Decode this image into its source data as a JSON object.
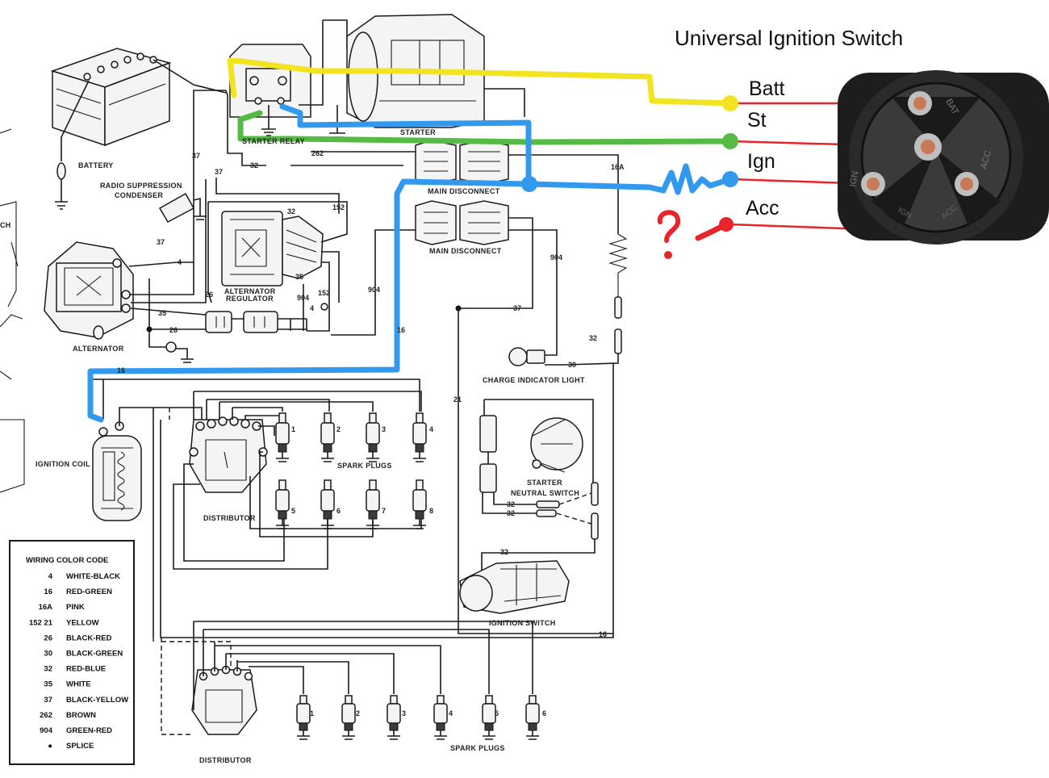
{
  "title": "Universal Ignition Switch",
  "switch_terminals": [
    {
      "key": "batt",
      "label": "Batt",
      "color": "#f2e422"
    },
    {
      "key": "st",
      "label": "St",
      "color": "#55bb44"
    },
    {
      "key": "ign",
      "label": "Ign",
      "color": "#3399ee"
    },
    {
      "key": "acc",
      "label": "Acc",
      "color": "#e8252b"
    }
  ],
  "switch_body_labels": [
    "BAT",
    "IGN",
    "ACC",
    "IGN",
    "ACC"
  ],
  "annotation": "?",
  "components": {
    "battery": "BATTERY",
    "radio": "RADIO SUPPRESSION",
    "condenser": "CONDENSER",
    "alternator": "ALTERNATOR",
    "regulator1": "ALTERNATOR",
    "regulator2": "REGULATOR",
    "starter": "STARTER",
    "starter_relay": "STARTER RELAY",
    "main_disconnect_a": "MAIN DISCONNECT",
    "main_disconnect_b": "MAIN DISCONNECT",
    "charge_light": "CHARGE INDICATOR LIGHT",
    "ignition_coil": "IGNITION COIL",
    "distributor_a": "DISTRIBUTOR",
    "distributor_b": "DISTRIBUTOR",
    "spark_plugs_a": "SPARK PLUGS",
    "spark_plugs_b": "SPARK PLUGS",
    "neutral_switch_1": "STARTER",
    "neutral_switch_2": "NEUTRAL SWITCH",
    "ignition_switch": "IGNITION SWITCH",
    "left_edge": "CH"
  },
  "wire_numbers": {
    "w37a": "37",
    "w37b": "37",
    "w37c": "37",
    "w37d": "37",
    "w32a": "32",
    "w262": "262",
    "w16a": "16A",
    "w152a": "152",
    "w152b": "152",
    "w904a": "904",
    "w904b": "904",
    "w904c": "904",
    "w35": "35",
    "w26a": "26",
    "w26b": "26",
    "w35b": "35",
    "w4a": "4",
    "w4b": "4",
    "w16b": "16",
    "w16c": "16",
    "w16d": "16",
    "w21": "21",
    "w30": "30",
    "w32b": "32",
    "w32c": "32",
    "w32d": "32",
    "w32e": "32",
    "w32f": "32"
  },
  "plug_numbers_a": [
    "1",
    "2",
    "3",
    "4",
    "5",
    "6",
    "7",
    "8"
  ],
  "plug_numbers_b": [
    "1",
    "2",
    "3",
    "4",
    "5",
    "6"
  ],
  "legend": {
    "heading": "WIRING COLOR CODE",
    "rows": [
      {
        "code": "4",
        "color": "WHITE-BLACK"
      },
      {
        "code": "16",
        "color": "RED-GREEN"
      },
      {
        "code": "16A",
        "color": "PINK"
      },
      {
        "code": "152  21",
        "color": "YELLOW"
      },
      {
        "code": "26",
        "color": "BLACK-RED"
      },
      {
        "code": "30",
        "color": "BLACK-GREEN"
      },
      {
        "code": "32",
        "color": "RED-BLUE"
      },
      {
        "code": "35",
        "color": "WHITE"
      },
      {
        "code": "37",
        "color": "BLACK-YELLOW"
      },
      {
        "code": "262",
        "color": "BROWN"
      },
      {
        "code": "904",
        "color": "GREEN-RED"
      },
      {
        "code": "●",
        "color": "SPLICE"
      }
    ]
  }
}
